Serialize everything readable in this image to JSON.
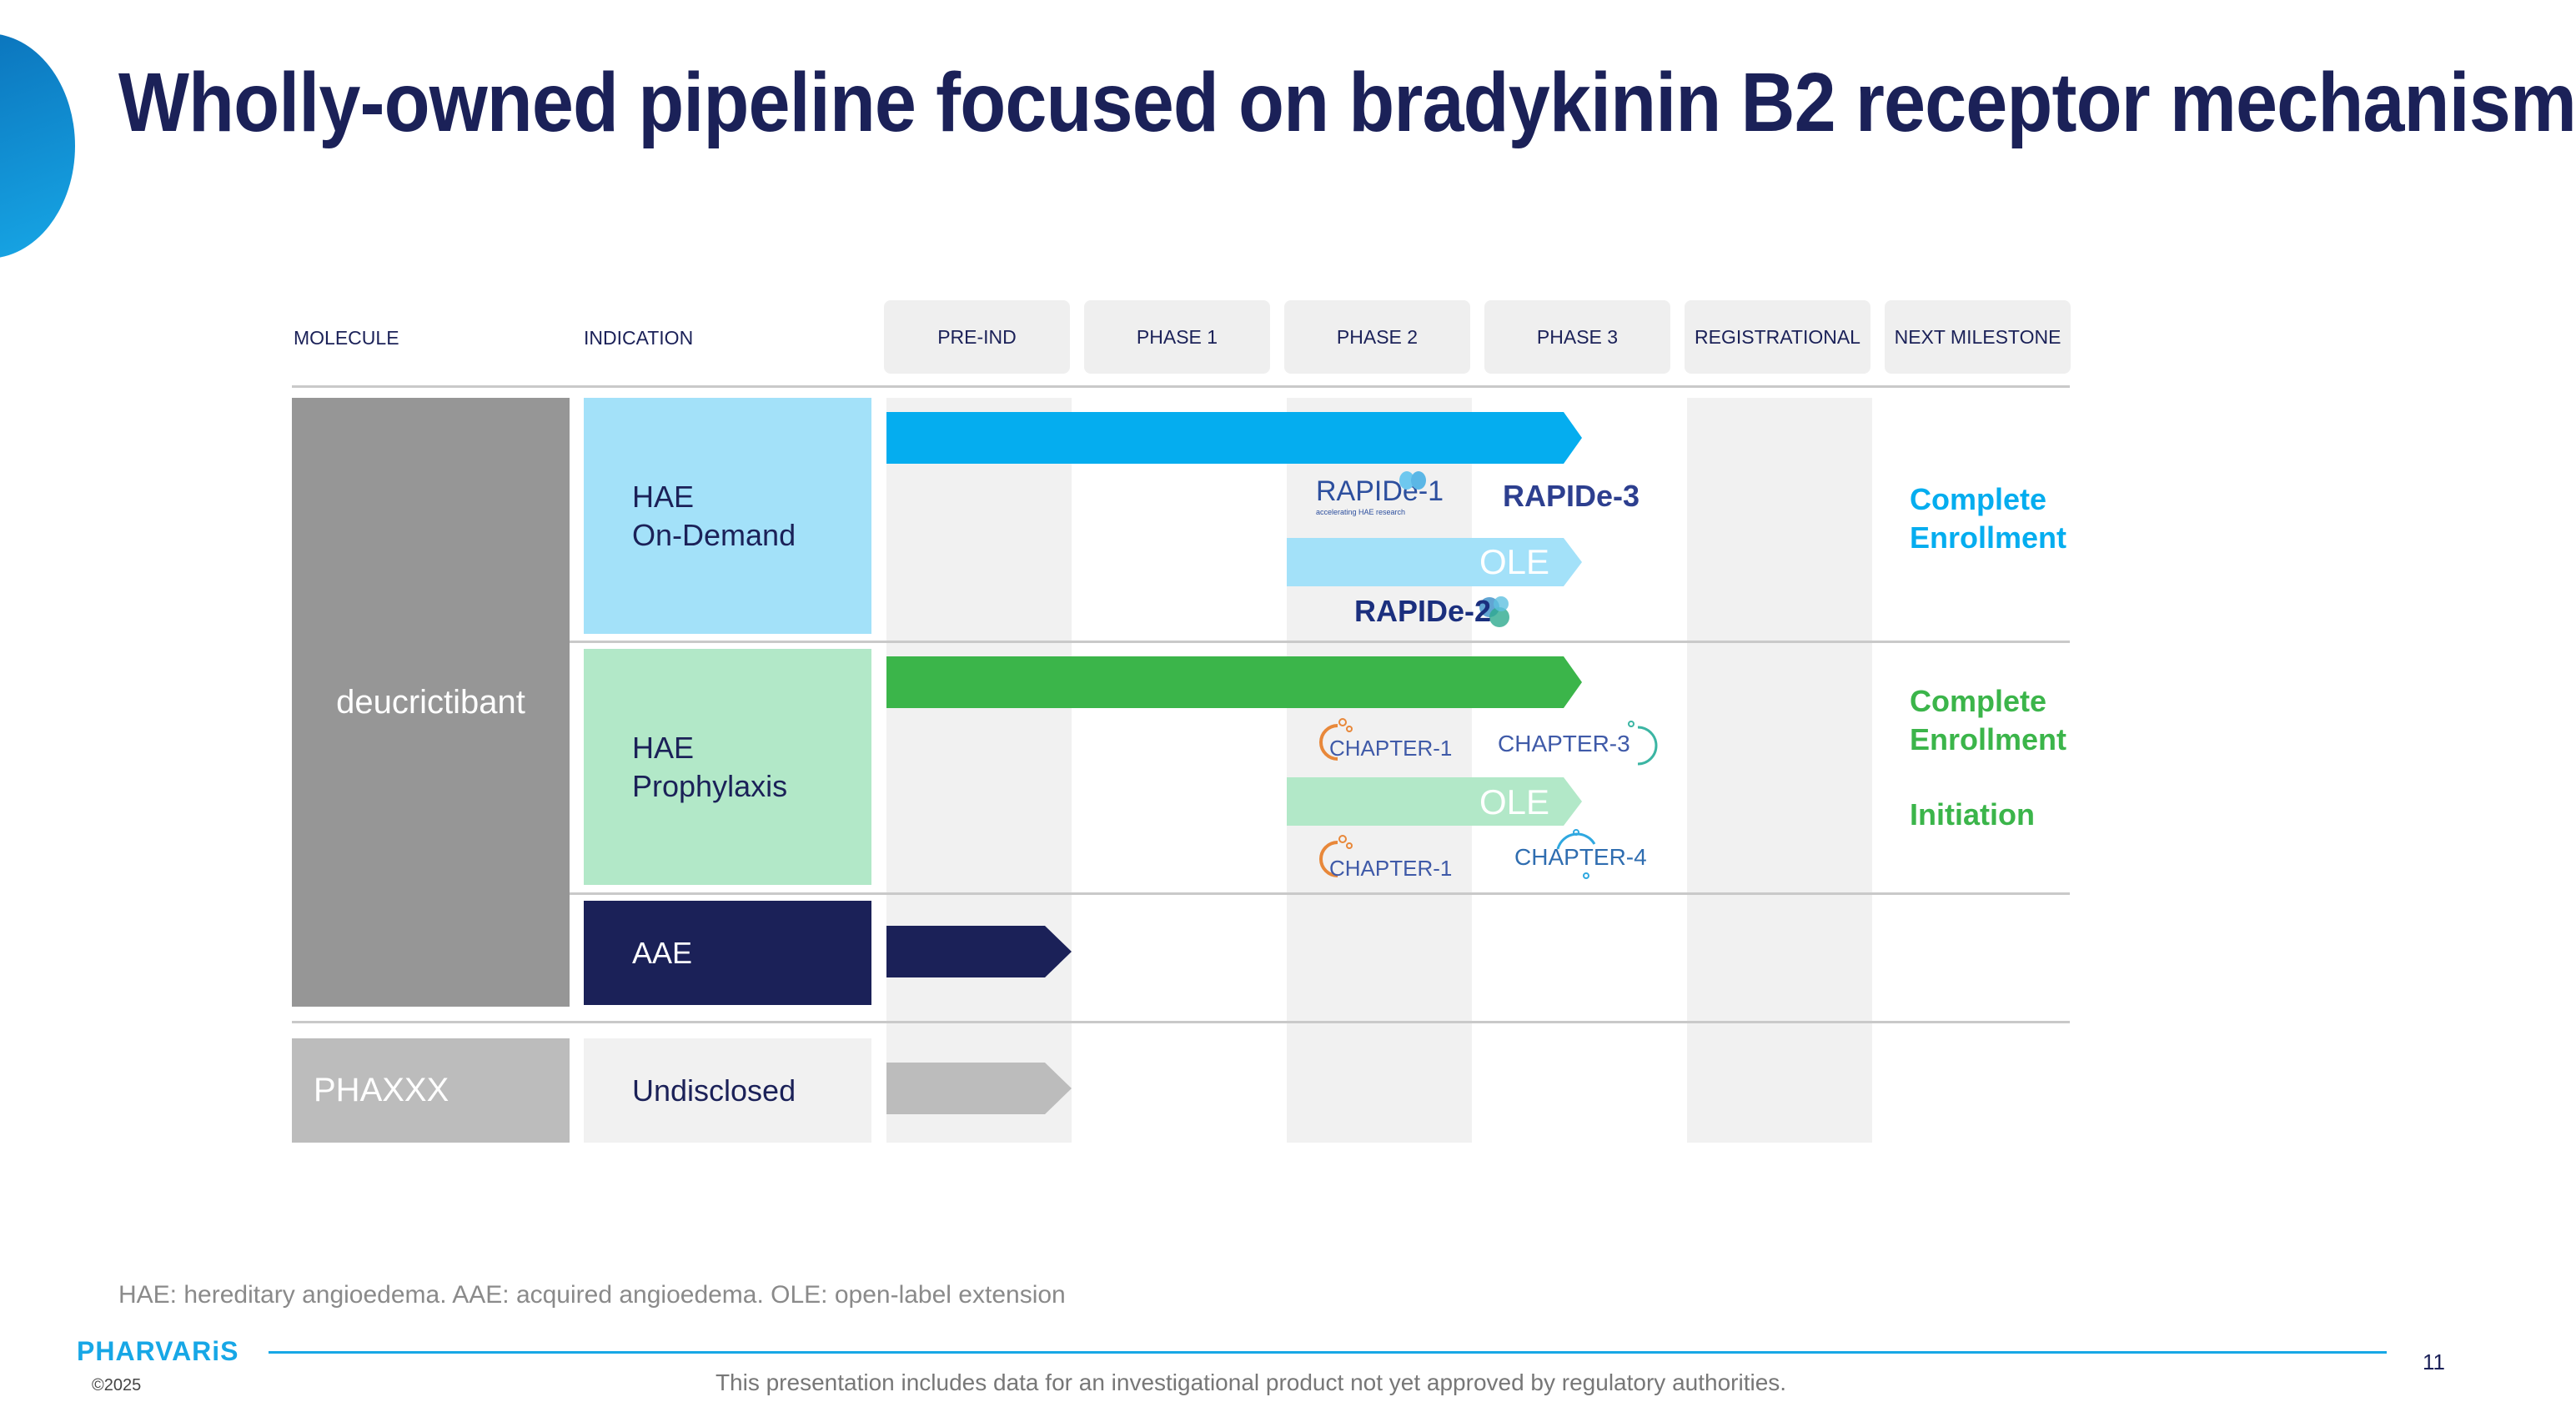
{
  "title": "Wholly-owned pipeline focused on bradykinin B2 receptor mechanism",
  "headers": {
    "molecule": "MOLECULE",
    "indication": "INDICATION",
    "phases": [
      "PRE-IND",
      "PHASE 1",
      "PHASE 2",
      "PHASE 3",
      "REGISTRATIONAL",
      "NEXT MILESTONE"
    ]
  },
  "molecules": {
    "deucrictibant": "deucrictibant",
    "phaxxx": "PHAXXX"
  },
  "indications": {
    "hae_od_line1": "HAE",
    "hae_od_line2": "On-Demand",
    "hae_pro_line1": "HAE",
    "hae_pro_line2": "Prophylaxis",
    "aae": "AAE",
    "undisclosed": "Undisclosed"
  },
  "trials": {
    "rapide1": "RAPIDe-1",
    "rapide1_tagline": "accelerating HAE research",
    "rapide3": "RAPIDe-3",
    "rapide2": "RAPIDe-2",
    "chapter1_a": "CHAPTER-1",
    "chapter3": "CHAPTER-3",
    "chapter1_b": "CHAPTER-1",
    "chapter4": "CHAPTER-4",
    "ole_od": "OLE",
    "ole_pro": "OLE"
  },
  "progress": {
    "hae_od_main": "Phase 3",
    "hae_od_ole": "Phase 3",
    "hae_pro_main": "Phase 3",
    "hae_pro_ole": "Phase 3",
    "aae": "Pre-IND",
    "undisclosed": "Pre-IND"
  },
  "milestones": {
    "od_line1": "Complete",
    "od_line2": "Enrollment",
    "pro_line1": "Complete",
    "pro_line2": "Enrollment",
    "pro_line3": "Initiation"
  },
  "colors": {
    "navy": "#1b2158",
    "od_bar": "#05adef",
    "od_cell": "#a3e1f9",
    "od_ole": "#a3e1f9",
    "pro_bar": "#3bb54a",
    "pro_cell": "#b2e8c8",
    "pro_ole": "#b2e8c8",
    "molecule_gray": "#969696",
    "phaxxx_gray": "#bcbcbc",
    "milestone_blue": "#05adef",
    "milestone_green": "#3bb54a"
  },
  "footnote": "HAE: hereditary angioedema. AAE: acquired angioedema. OLE: open-label extension",
  "footer": {
    "brand": "PHARVARiS",
    "copyright": "©2025",
    "disclaimer": "This presentation includes data for an investigational product not yet approved by regulatory authorities.",
    "page": "11"
  }
}
